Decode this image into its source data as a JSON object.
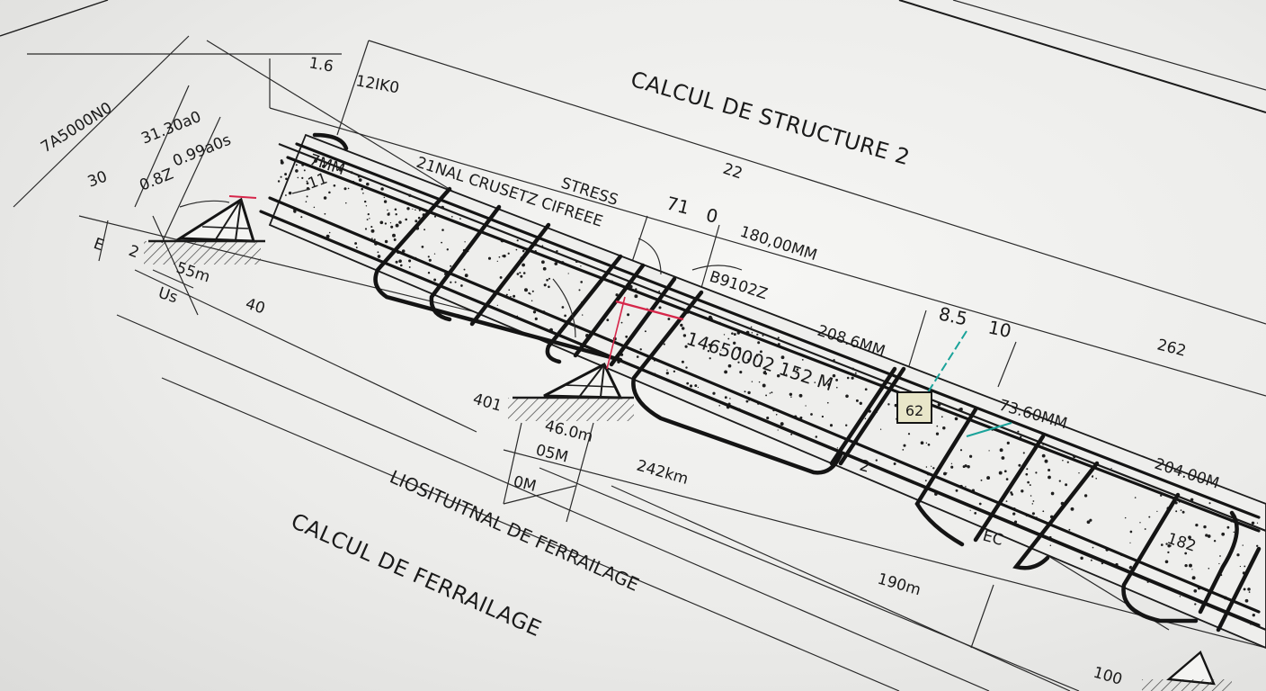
{
  "titles": {
    "main": "CALCUL DE STRUCTURE 2",
    "bottom": "CALCUL DE FERRAILAGE",
    "subtitle": "LIOSITUITNAL DE FERRAILAGE",
    "section_note": "21NAL CRUSETZ CIFREEE"
  },
  "left_dims": {
    "a": "7A5000N0",
    "b": "31.30a0",
    "c": "0.99a0s",
    "d": "0.8Z",
    "e": "30",
    "f": "E",
    "g": "2",
    "h": "55m",
    "i": "Us",
    "j": "40",
    "k": "1.6",
    "l": "12IK0",
    "m": "7MM",
    "n": "11"
  },
  "top_labels": {
    "stress": "STRESS",
    "n22": "22",
    "n71": "71",
    "n0": "0",
    "len1": "180,00MM",
    "code": "B9102Z",
    "long": "14650002 152 M",
    "len2": "208.6MM"
  },
  "right_labels": {
    "n85": "8.5",
    "n10": "10",
    "n262": "262",
    "len3": "73.60MM",
    "len4": "204.00M",
    "n182": "182",
    "ec": "EC",
    "box": "62"
  },
  "bottom_labels": {
    "n401": "401",
    "m1": "46.0m",
    "m2": "05M",
    "m3": "0M",
    "km": "242km",
    "m190": "190m",
    "n100": "100",
    "n2": "2"
  }
}
